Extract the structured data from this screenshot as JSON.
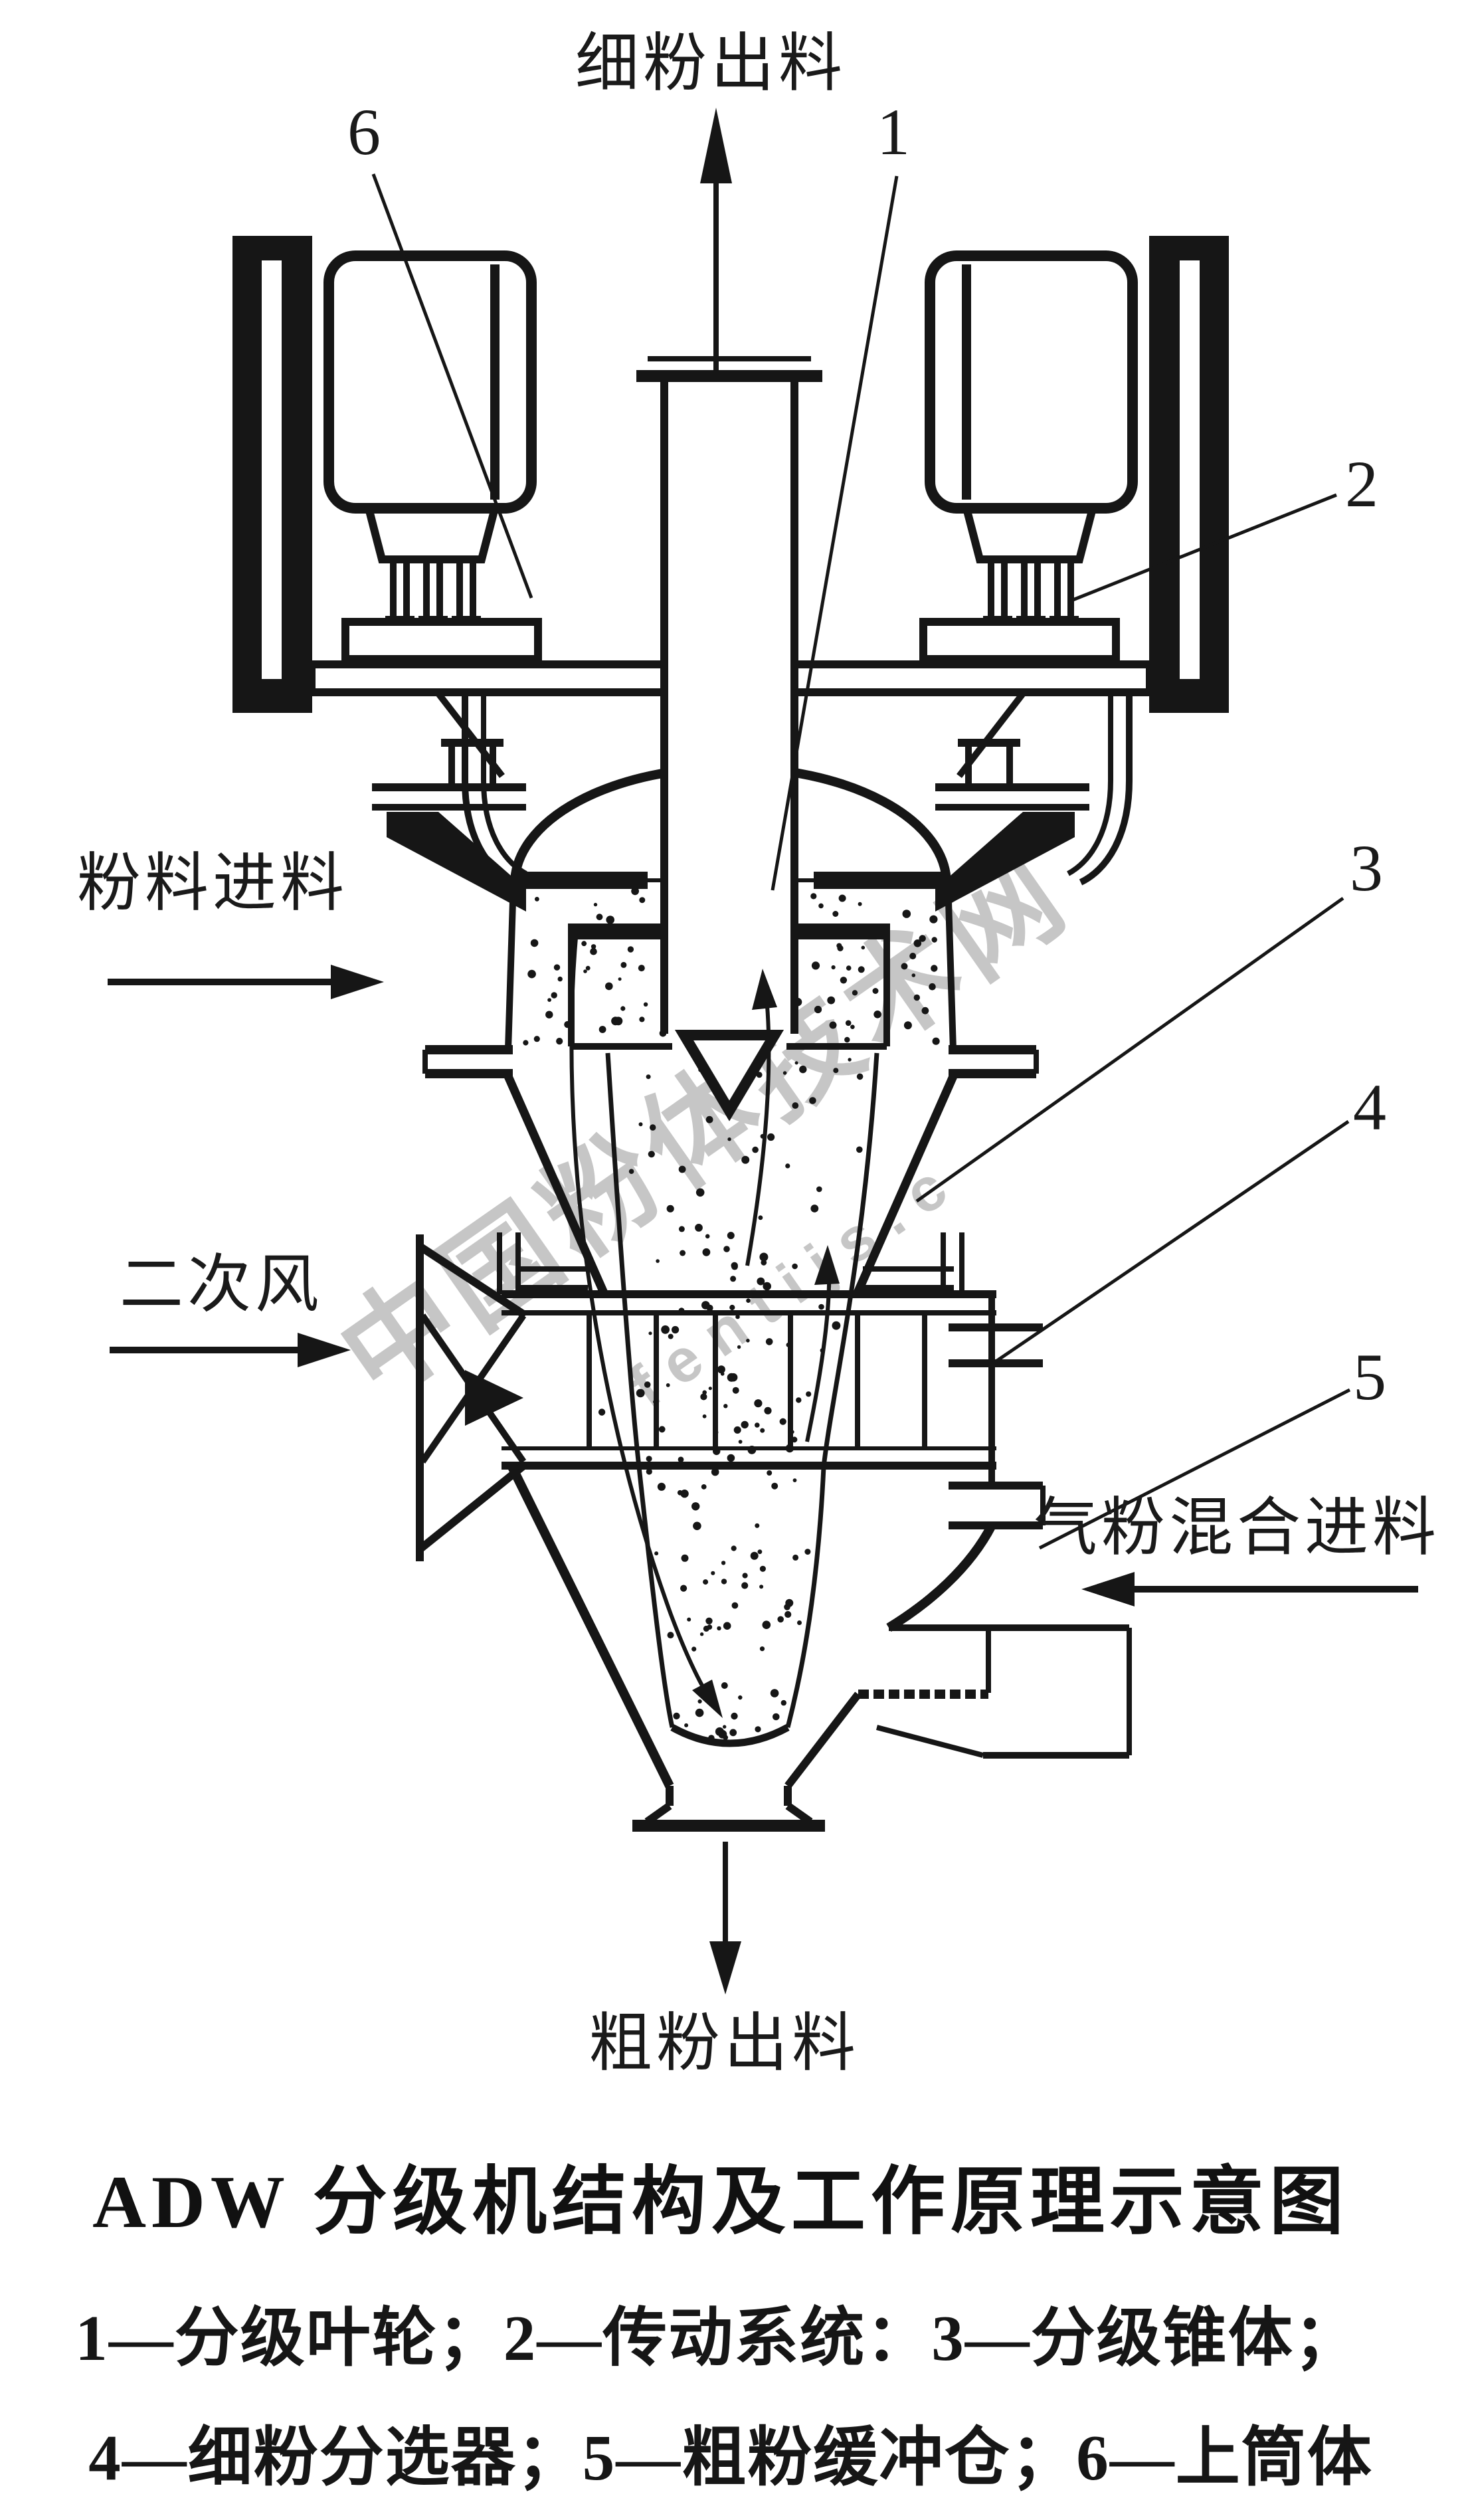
{
  "page": {
    "background": "#ffffff",
    "ink_color": "#161616",
    "watermark_color": "#8f8f8f"
  },
  "flow_labels": {
    "fine_powder_out": "细粉出料",
    "powder_feed": "粉料进料",
    "secondary_air": "二次风",
    "air_powder_mix_feed": "气粉混合进料",
    "coarse_powder_out": "粗粉出料"
  },
  "part_numbers": {
    "impeller": "1",
    "drive_system": "2",
    "classifying_cone": "3",
    "fine_powder_separator": "4",
    "coarse_powder_buffer": "5",
    "upper_cylinder": "6"
  },
  "watermark": {
    "line1": "中国粉体技术网",
    "line2": "fentijs.c"
  },
  "caption": {
    "title": "ADW 分级机结构及工作原理示意图",
    "legend_line1": "1—分级叶轮；2—传动系统：3—分级锥体；",
    "legend_line2": "4—细粉分选器；5—粗粉缓冲仓；6—上筒体"
  }
}
